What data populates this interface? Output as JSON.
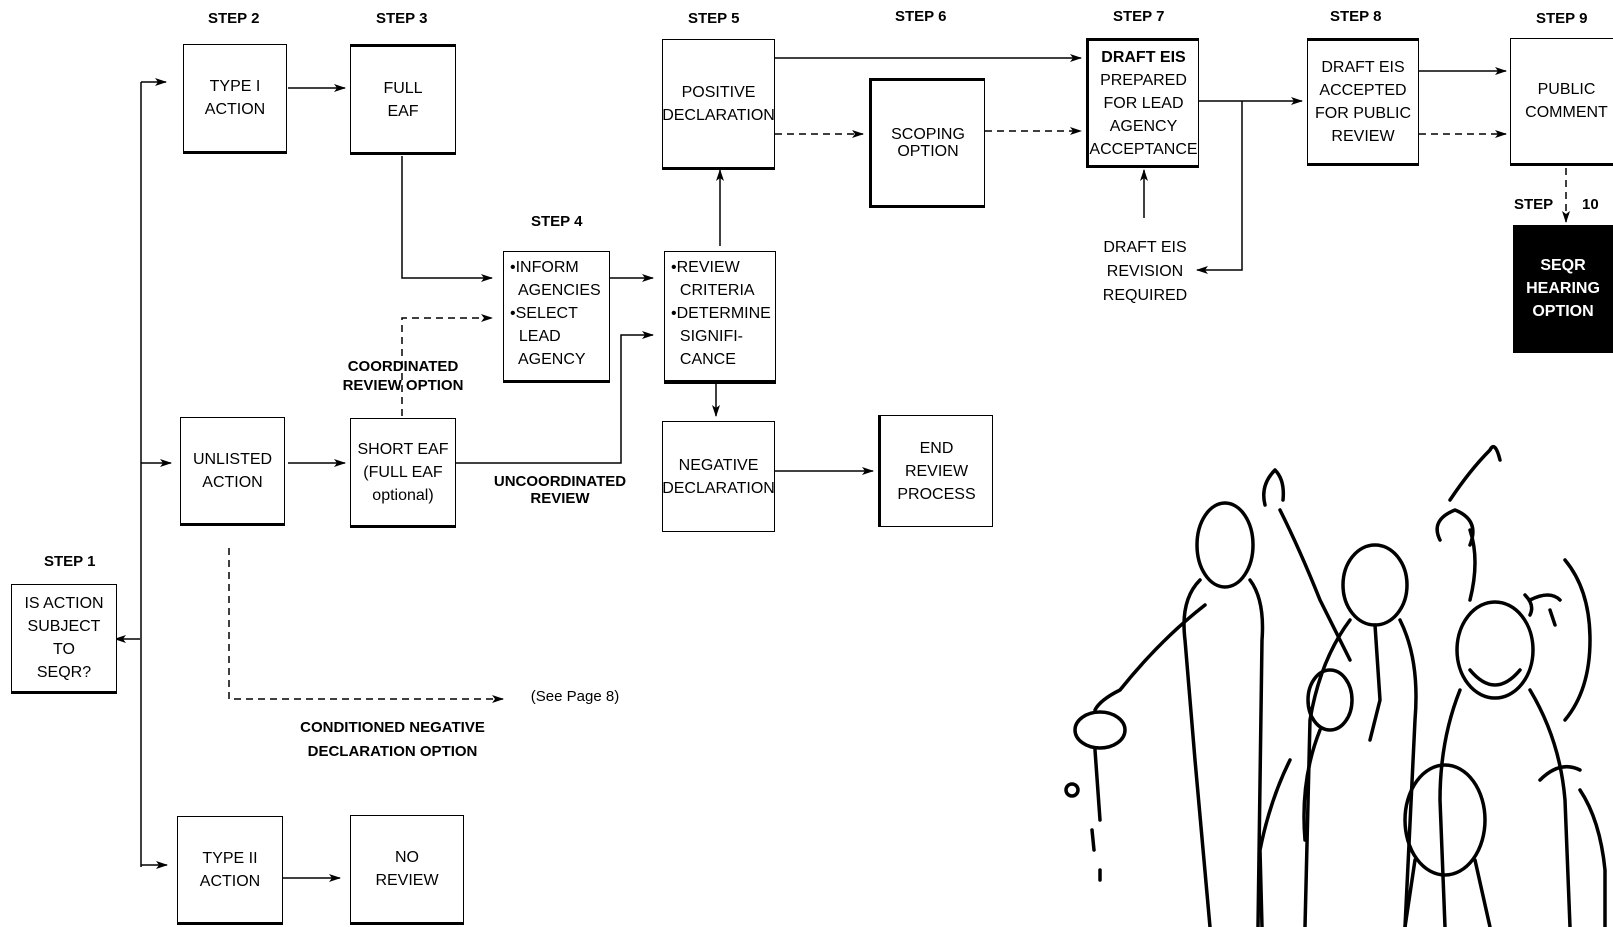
{
  "steps": {
    "step1": "STEP 1",
    "step2": "STEP 2",
    "step3": "STEP 3",
    "step4": "STEP 4",
    "step5": "STEP 5",
    "step6": "STEP 6",
    "step7": "STEP 7",
    "step8": "STEP 8",
    "step9": "STEP 9",
    "step10_a": "STEP",
    "step10_b": "10"
  },
  "boxes": {
    "is_action": [
      "IS ACTION",
      "SUBJECT",
      "TO",
      "SEQR?"
    ],
    "type1": [
      "TYPE I",
      "ACTION"
    ],
    "unlisted": [
      "UNLISTED",
      "ACTION"
    ],
    "type2": [
      "TYPE II",
      "ACTION"
    ],
    "full_eaf": [
      "FULL",
      "EAF"
    ],
    "short_eaf": [
      "SHORT EAF",
      "(FULL EAF",
      "optional)"
    ],
    "no_review": [
      "NO",
      "REVIEW"
    ],
    "inform": [
      "•INFORM",
      "  AGENCIES",
      "•SELECT",
      "  LEAD",
      "  AGENCY"
    ],
    "review": [
      "•REVIEW",
      "  CRITERIA",
      "•DETERMINE",
      "  SIGNIFI-",
      "  CANCE"
    ],
    "positive": [
      "POSITIVE",
      "DECLARATION"
    ],
    "negative": [
      "NEGATIVE",
      "DECLARATION"
    ],
    "end_review": [
      "END",
      "REVIEW",
      "PROCESS"
    ],
    "scoping": [
      "SCOPING",
      "OPTION"
    ],
    "draft_eis_title": "DRAFT EIS",
    "draft_eis": [
      "PREPARED",
      "FOR LEAD",
      "AGENCY",
      "ACCEPTANCE"
    ],
    "accepted": [
      "DRAFT EIS",
      "ACCEPTED",
      "FOR PUBLIC",
      "REVIEW"
    ],
    "public_comment": [
      "PUBLIC",
      "COMMENT"
    ],
    "seqr_hearing": [
      "SEQR",
      "HEARING",
      "OPTION"
    ]
  },
  "labels": {
    "coordinated": [
      "COORDINATED",
      "REVIEW OPTION"
    ],
    "uncoordinated": [
      "UNCOORDINATED",
      "REVIEW"
    ],
    "conditioned": [
      "CONDITIONED NEGATIVE",
      "DECLARATION OPTION"
    ],
    "see_page": "(See Page 8)",
    "revision": [
      "DRAFT EIS",
      "REVISION",
      "REQUIRED"
    ]
  },
  "illustration": {
    "description_icon": "crowd-cartoon"
  }
}
